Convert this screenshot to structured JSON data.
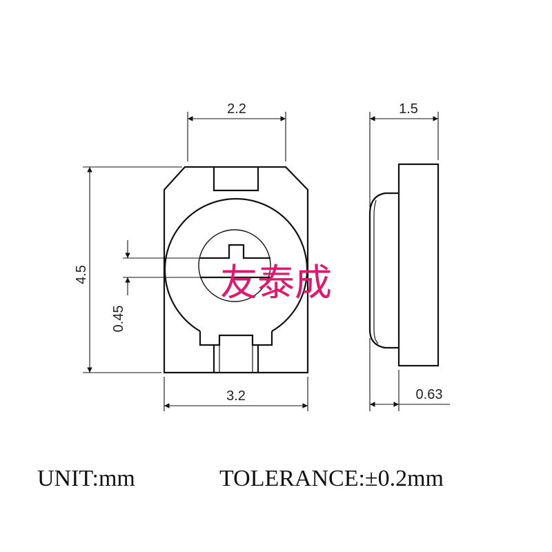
{
  "dimensions": {
    "top_width": "2.2",
    "side_thickness": "1.5",
    "height": "4.5",
    "slot_width": "0.45",
    "bottom_width": "3.2",
    "side_offset": "0.63"
  },
  "watermark": "友泰成",
  "footer": {
    "unit": "UNIT:mm",
    "tolerance": "TOLERANCE:±0.2mm"
  },
  "colors": {
    "line": "#111111",
    "watermark": "#e0196e"
  }
}
